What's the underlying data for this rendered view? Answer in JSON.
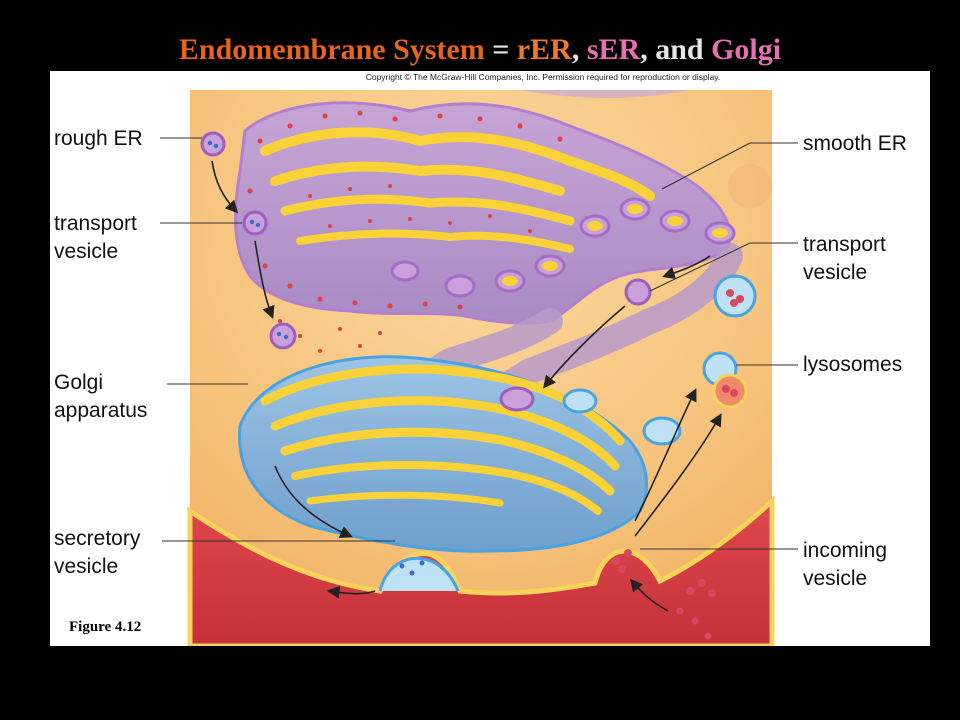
{
  "title": {
    "part1": "Endomembrane System",
    "eq": " = ",
    "rer": "rER",
    "comma1": ", ",
    "ser": "sER",
    "and": ", and ",
    "golgi": "Golgi",
    "colors": {
      "main": "#e8641e",
      "rer": "#f07828",
      "ser": "#e86fb0",
      "golgi": "#e86fb0",
      "connector": "#e6e6e6"
    }
  },
  "copyright": "Copyright © The McGraw-Hill Companies, Inc. Permission required for reproduction or display.",
  "labels": {
    "rough_er": "rough ER",
    "transport_vesicle_left_1": "transport",
    "transport_vesicle_left_2": "vesicle",
    "golgi_1": "Golgi",
    "golgi_2": "apparatus",
    "secretory_1": "secretory",
    "secretory_2": "vesicle",
    "smooth_er": "smooth ER",
    "transport_vesicle_right_1": "transport",
    "transport_vesicle_right_2": "vesicle",
    "lysosomes": "lysosomes",
    "incoming_1": "incoming",
    "incoming_2": "vesicle"
  },
  "figure_label": "Figure 4.12"
}
